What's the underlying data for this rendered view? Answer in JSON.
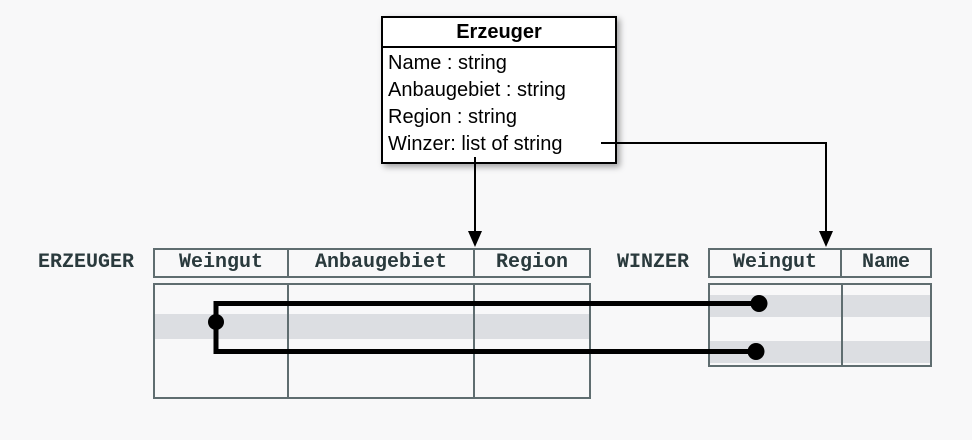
{
  "colors": {
    "background": "#f8f8f9",
    "table_border": "#5f6d70",
    "table_text": "#2a3a3d",
    "row_stripe": "#dcdee2",
    "class_border": "#000000",
    "class_fill": "#ffffff",
    "connector": "#000000"
  },
  "uml_class": {
    "title": "Erzeuger",
    "attributes": [
      "Name : string",
      "Anbaugebiet : string",
      "Region : string",
      "Winzer: list of string"
    ]
  },
  "tables": {
    "erzeuger": {
      "label": "ERZEUGER",
      "columns": [
        "Weingut",
        "Anbaugebiet",
        "Region"
      ],
      "row_count": 4,
      "highlighted_row": 2
    },
    "winzer": {
      "label": "WINZER",
      "columns": [
        "Weingut",
        "Name"
      ],
      "row_count": 4,
      "highlighted_rows": [
        2,
        4
      ]
    }
  }
}
